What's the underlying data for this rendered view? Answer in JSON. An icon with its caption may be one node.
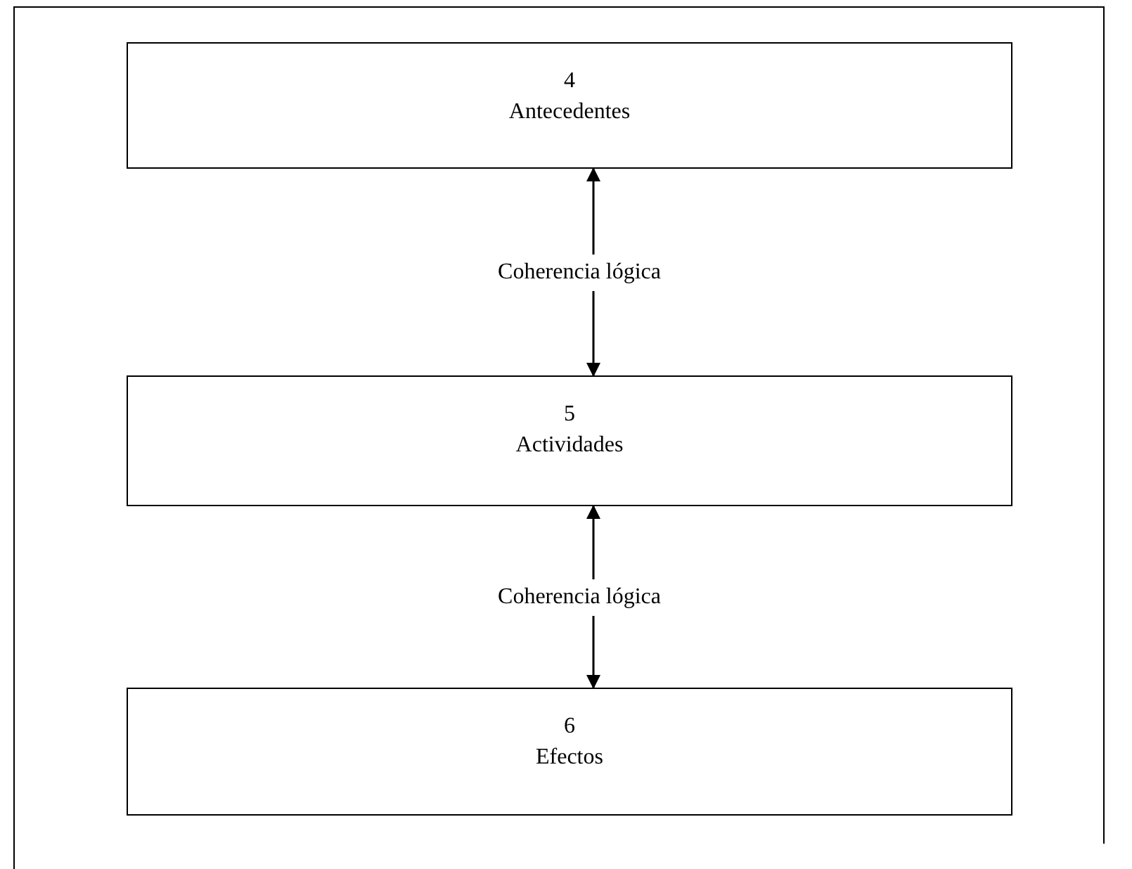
{
  "diagram": {
    "nodes": [
      {
        "text": [
          "4",
          "Antecedentes"
        ]
      },
      {
        "text": [
          "5",
          "Actividades"
        ]
      },
      {
        "text": [
          "6",
          "Efectos"
        ]
      }
    ],
    "edges": [
      {
        "from": 1,
        "to": 0,
        "arrow": "both",
        "label": "Coherencia lógica"
      },
      {
        "from": 2,
        "to": 1,
        "arrow": "both",
        "label": "Coherencia lógica"
      }
    ]
  }
}
